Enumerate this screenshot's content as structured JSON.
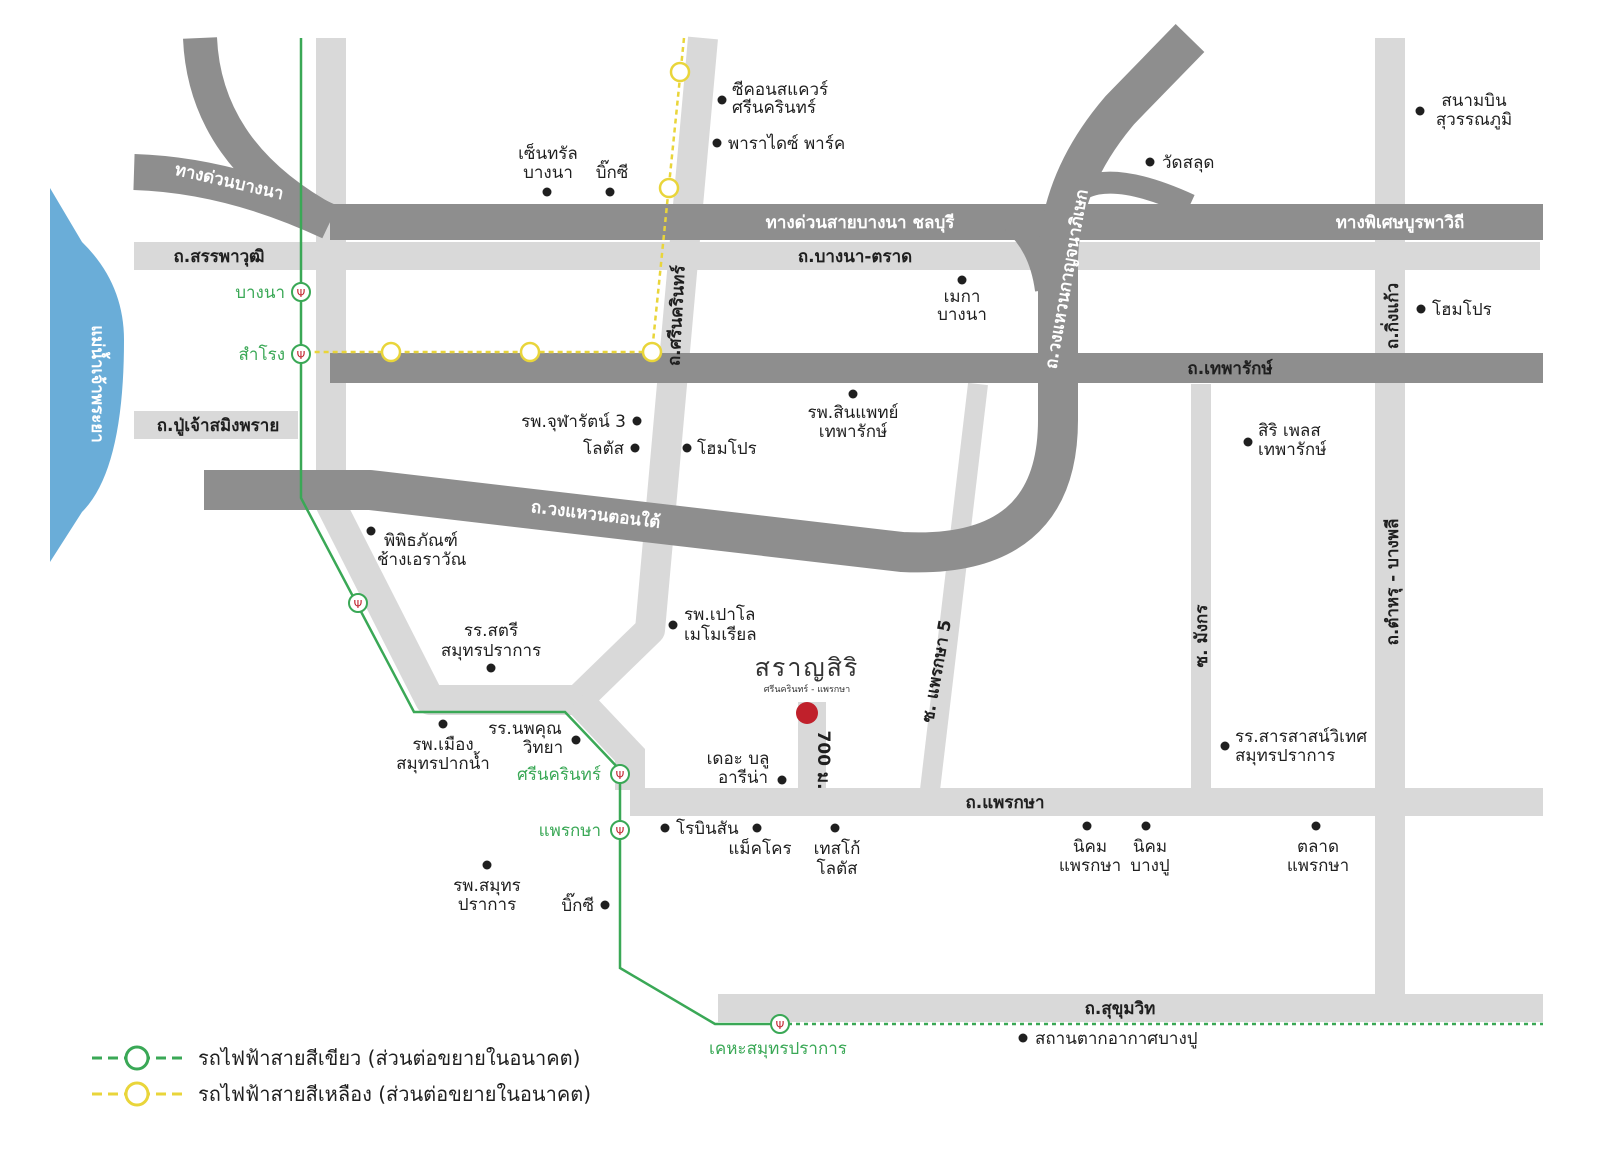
{
  "colors": {
    "road_major": "#8e8e8e",
    "road_minor": "#d9d9d9",
    "river": "#6aadd8",
    "green_line": "#3aa856",
    "yellow_line": "#e9d53a",
    "project_marker": "#c0202b",
    "poi_dot": "#1f1f1f"
  },
  "river": {
    "label": "แม่น้ำเจ้าพระยา"
  },
  "roads": {
    "bangna_expressway": "ทางด่วนบางนา",
    "bangna_chonburi": "ทางด่วนสายบางนา ชลบุรี",
    "phiset_burapha": "ทางพิเศษบูรพาวิถี",
    "sanphawut": "ถ.สรรพาวุฒิ",
    "bangna_trat": "ถ.บางนา-ตราด",
    "puchao": "ถ.ปู่เจ้าสมิงพราย",
    "srinakarin": "ถ.ศรีนครินทร์",
    "outer_ring_east": "ถ.วงแหวนกาญจนาภิเษก",
    "thepharak": "ถ.เทพารักษ์",
    "king_kaeo": "ถ.กิ่งแก้ว",
    "wongwaen_south": "ถ.วงแหวนตอนใต้",
    "tamru_bangphli": "ถ.ตำหรุ - บางพลี",
    "soi_mangkon": "ซ. มังกร",
    "soi_praeksa5": "ซ. แพรกษา 5",
    "praeksa": "ถ.แพรกษา",
    "sukhumvit": "ถ.สุขุมวิท",
    "distance": "700 ม."
  },
  "stations": {
    "bangna": "บางนา",
    "samrong": "สำโรง",
    "srinakarin": "ศรีนครินทร์",
    "praeksa": "แพรกษา",
    "kheha": "เคหะสมุทรปราการ"
  },
  "pois": {
    "seacon_1": "ซีคอนสแควร์",
    "seacon_2": "ศรีนครินทร์",
    "paradise": "พาราไดซ์ พาร์ค",
    "central_1": "เซ็นทรัล",
    "central_2": "บางนา",
    "bigc_1": "บิ๊กซี",
    "wat": "วัดสลุด",
    "airport_1": "สนามบิน",
    "airport_2": "สุวรรณภูมิ",
    "mega_1": "เมกา",
    "mega_2": "บางนา",
    "homepro_1": "โฮมโปร",
    "chularat": "รพ.จุฬารัตน์ 3",
    "lotus_1": "โลตัส",
    "homepro_2": "โฮมโปร",
    "samitivej_1": "รพ.สินแพทย์",
    "samitivej_2": "เทพารักษ์",
    "siri_1": "สิริ เพลส",
    "siri_2": "เทพารักษ์",
    "museum_1": "พิพิธภัณฑ์",
    "museum_2": "ช้างเอราวัณ",
    "paolo_1": "รพ.เปาโล",
    "paolo_2": "เมโมเรียล",
    "satri_1": "รร.สตรี",
    "satri_2": "สมุทรปราการ",
    "muang_1": "รพ.เมือง",
    "muang_2": "สมุทรปากน้ำ",
    "noppakun_1": "รร.นพคุณ",
    "noppakun_2": "วิทยา",
    "blue_1": "เดอะ บลู",
    "blue_2": "อารีน่า",
    "sarasas_1": "รร.สารสาสน์วิเทศ",
    "sarasas_2": "สมุทรปราการ",
    "robinson": "โรบินสัน",
    "makro": "แม็คโคร",
    "tesco_1": "เทสโก้",
    "tesco_2": "โลตัส",
    "nikhom1_1": "นิคม",
    "nikhom1_2": "แพรกษา",
    "nikhom2_1": "นิคม",
    "nikhom2_2": "บางปู",
    "talat_1": "ตลาด",
    "talat_2": "แพรกษา",
    "hosp_1": "รพ.สมุทร",
    "hosp_2": "ปราการ",
    "bigc_2": "บิ๊กซี",
    "weather": "สถานตากอากาศบางปู"
  },
  "project": {
    "name": "สราญสิริ",
    "subtitle": "ศรีนครินทร์ - แพรกษา"
  },
  "legend": {
    "green": "รถไฟฟ้าสายสีเขียว (ส่วนต่อขยายในอนาคต)",
    "yellow": "รถไฟฟ้าสายสีเหลือง (ส่วนต่อขยายในอนาคต)"
  }
}
